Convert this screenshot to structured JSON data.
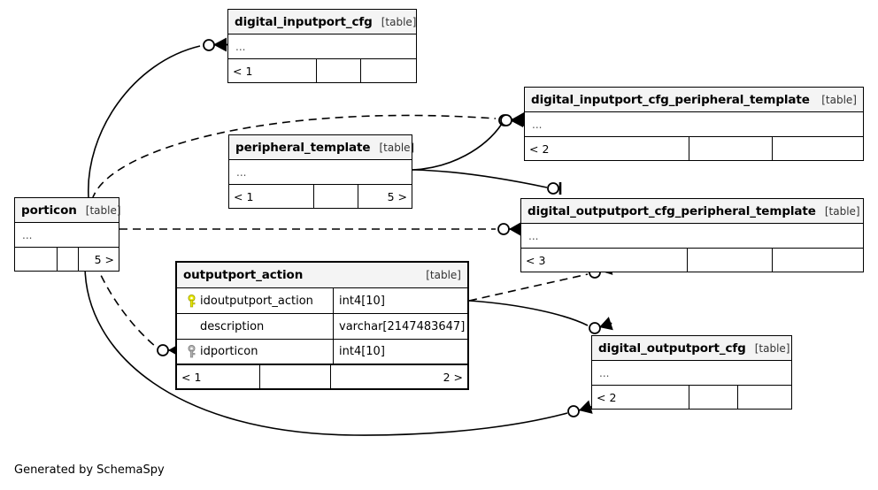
{
  "diagram": {
    "title": "SchemaSpy relationships diagram",
    "credit": "Generated by SchemaSpy",
    "background": "#ffffff",
    "line_color": "#000000",
    "header_fill": "#f4f4f4",
    "pk_icon_color": "#e8e800",
    "fk_icon_color": "#b0b0b0",
    "table_tag": "[table]",
    "ellipsis": "..."
  },
  "tables": [
    {
      "id": "digital_inputport_cfg",
      "name": "digital_inputport_cfg",
      "tag": "[table]",
      "ellipsis": "...",
      "footer": [
        "< 1",
        "",
        ""
      ],
      "columns": []
    },
    {
      "id": "digital_inputport_cfg_peripheral_template",
      "name": "digital_inputport_cfg_peripheral_template",
      "tag": "[table]",
      "ellipsis": "...",
      "footer": [
        "< 2",
        "",
        ""
      ],
      "columns": []
    },
    {
      "id": "peripheral_template",
      "name": "peripheral_template",
      "tag": "[table]",
      "ellipsis": "...",
      "footer": [
        "< 1",
        "",
        "5 >"
      ],
      "columns": []
    },
    {
      "id": "digital_outputport_cfg_peripheral_template",
      "name": "digital_outputport_cfg_peripheral_template",
      "tag": "[table]",
      "ellipsis": "...",
      "footer": [
        "< 3",
        "",
        ""
      ],
      "columns": []
    },
    {
      "id": "porticon",
      "name": "porticon",
      "tag": "[table]",
      "ellipsis": "...",
      "footer": [
        "",
        "",
        "5 >"
      ],
      "columns": []
    },
    {
      "id": "outputport_action",
      "name": "outputport_action",
      "tag": "[table]",
      "ellipsis": null,
      "footer": [
        "< 1",
        "",
        "2 >"
      ],
      "columns": [
        {
          "key": "primary",
          "key_icon": "key-icon-primary",
          "name": "idoutputport_action",
          "type": "int4[10]"
        },
        {
          "key": "none",
          "key_icon": "",
          "name": "description",
          "type": "varchar[2147483647]"
        },
        {
          "key": "foreign",
          "key_icon": "key-icon-foreign",
          "name": "idporticon",
          "type": "int4[10]"
        }
      ]
    },
    {
      "id": "digital_outputport_cfg",
      "name": "digital_outputport_cfg",
      "tag": "[table]",
      "ellipsis": "...",
      "footer": [
        "< 2",
        "",
        ""
      ],
      "columns": []
    }
  ],
  "relationships": [
    {
      "from": "porticon",
      "to": "digital_inputport_cfg",
      "style": "solid",
      "end_marker": "zero-or-many"
    },
    {
      "from": "porticon",
      "to": "digital_inputport_cfg_peripheral_template",
      "style": "dashed",
      "end_marker": "zero-or-many"
    },
    {
      "from": "peripheral_template",
      "to": "digital_inputport_cfg_peripheral_template",
      "style": "solid",
      "end_marker": "zero-or-many"
    },
    {
      "from": "peripheral_template",
      "to": "digital_outputport_cfg_peripheral_template",
      "style": "solid",
      "end_marker": "zero-or-one"
    },
    {
      "from": "porticon",
      "to": "digital_outputport_cfg_peripheral_template",
      "style": "dashed",
      "end_marker": "zero-or-many"
    },
    {
      "from": "porticon",
      "to": "outputport_action",
      "style": "dashed",
      "end_marker": "zero-or-many"
    },
    {
      "from": "outputport_action",
      "to": "digital_outputport_cfg_peripheral_template",
      "style": "dashed",
      "end_marker": "zero-or-many"
    },
    {
      "from": "outputport_action",
      "to": "digital_outputport_cfg",
      "style": "solid",
      "end_marker": "zero-or-many"
    },
    {
      "from": "porticon",
      "to": "digital_outputport_cfg",
      "style": "solid",
      "end_marker": "zero-or-many"
    }
  ]
}
